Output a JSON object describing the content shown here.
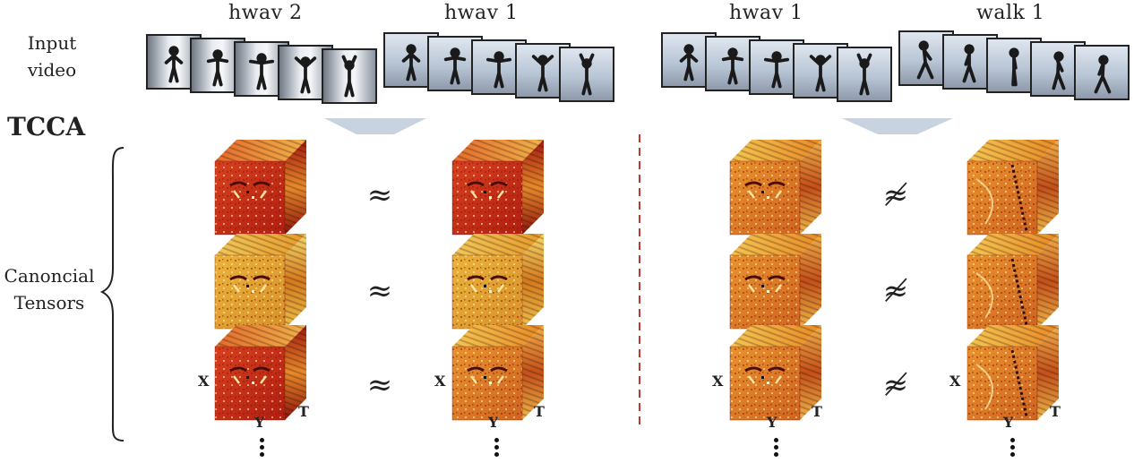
{
  "labels": {
    "input_video": [
      "Input",
      "video"
    ],
    "method": "TCCA",
    "canonical": [
      "Canoncial",
      "Tensors"
    ]
  },
  "left_pair": {
    "video_a": "hwav 2",
    "video_b": "hwav 1",
    "relations": [
      "≈",
      "≈",
      "≈"
    ]
  },
  "right_pair": {
    "video_a": "hwav 1",
    "video_b": "walk 1",
    "relations": [
      "≉",
      "≉",
      "≉"
    ]
  },
  "axes": {
    "x": "X",
    "y": "Y",
    "t": "T"
  },
  "colors": {
    "arrow": "#c9d3df",
    "divider": "#c0392b",
    "cube_red": "#c8281a",
    "cube_orange": "#e58a1c",
    "cube_yellow": "#e9b43a"
  }
}
